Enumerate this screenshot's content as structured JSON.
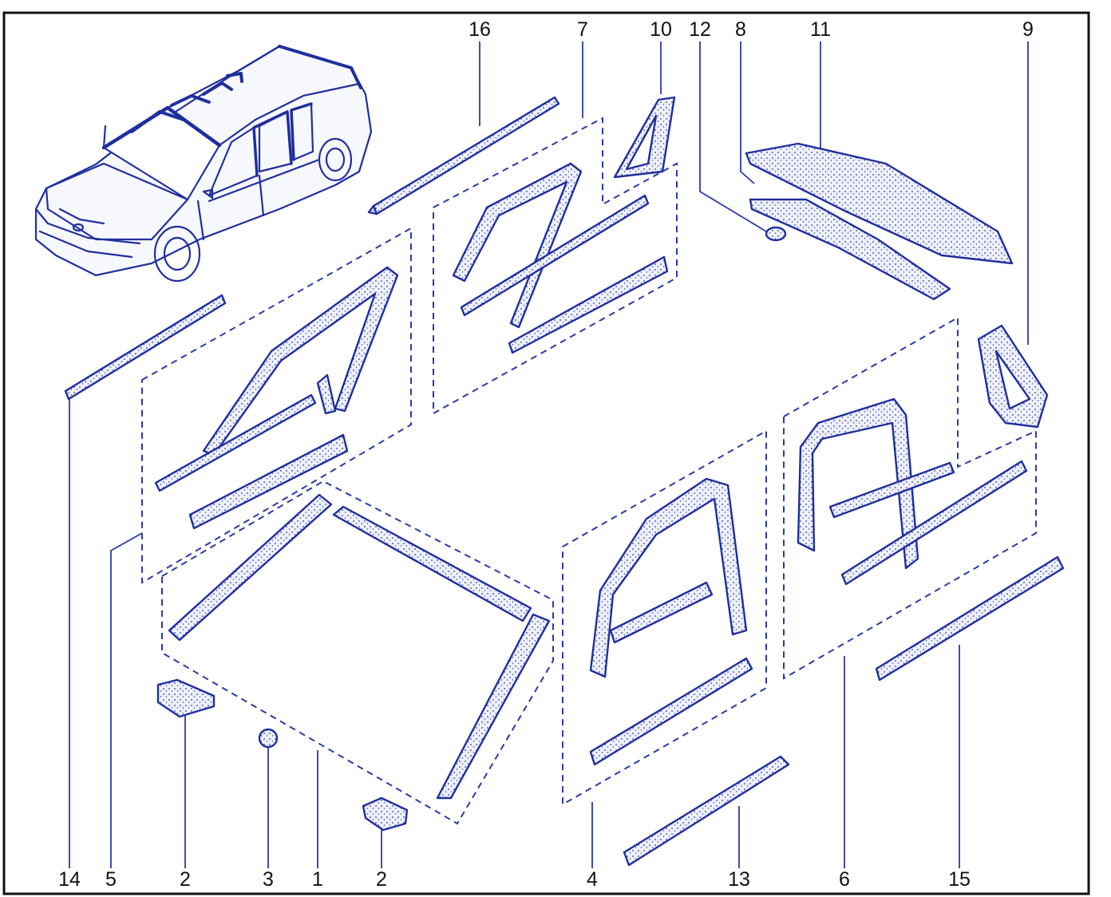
{
  "colors": {
    "line": "#1f2f9e",
    "fill": "#e9ecfb",
    "dots": "#2a3aa8",
    "frame": "#111111",
    "dash": "#2a3aa8"
  },
  "callouts": {
    "c16": "16",
    "c7": "7",
    "c10": "10",
    "c12": "12",
    "c8": "8",
    "c11": "11",
    "c9": "9",
    "c14": "14",
    "c5": "5",
    "c2a": "2",
    "c3": "3",
    "c1": "1",
    "c2b": "2",
    "c4": "4",
    "c13": "13",
    "c6": "6",
    "c15": "15"
  }
}
